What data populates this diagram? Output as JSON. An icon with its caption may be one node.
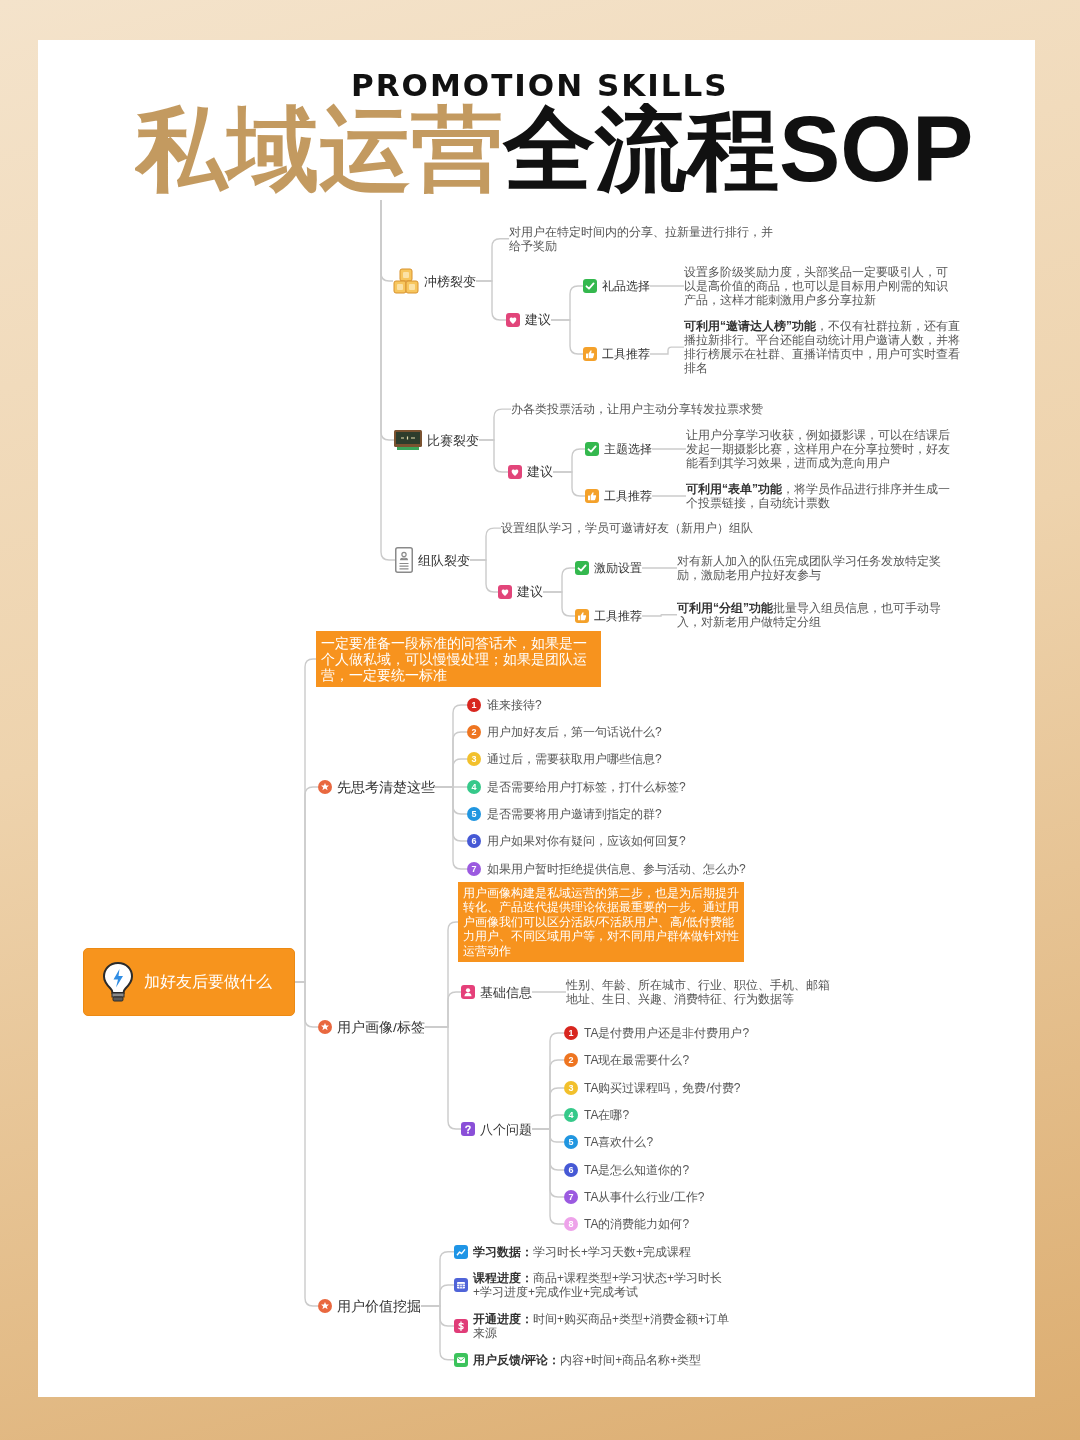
{
  "diagram": {
    "title": "私域运营全流程SOP",
    "nodes": [
      {
        "text": [
          "冲榜裂变"
        ]
      },
      {
        "text": [
          "对用户在特定时间内的分享、拉新量进行排行，并给予奖励"
        ]
      },
      {
        "text": [
          "建议"
        ]
      },
      {
        "text": [
          "礼品选择"
        ]
      },
      {
        "text": [
          "设置多阶级奖励力度，头部奖品一定要吸引人，可以是高价值的商品，也可以是目标用户刚需的知识产品，这样才能刺激用户多分享拉新"
        ]
      },
      {
        "text": [
          "工具推荐"
        ]
      },
      {
        "text": [
          "**可利用“邀请达人榜”功能**，不仅有社群拉新，还有直播拉新排行。平台还能自动统计用户邀请人数，并将排行榜展示在社群、直播详情页中，用户可实时查看排名"
        ]
      },
      {
        "text": [
          "比赛裂变"
        ]
      },
      {
        "text": [
          "办各类投票活动，让用户主动分享转发拉票求赞"
        ]
      },
      {
        "text": [
          "建议"
        ]
      },
      {
        "text": [
          "主题选择"
        ]
      },
      {
        "text": [
          "让用户分享学习收获，例如摄影课，可以在结课后发起一期摄影比赛，这样用户在分享拉赞时，好友能看到其学习效果，进而成为意向用户"
        ]
      },
      {
        "text": [
          "工具推荐"
        ]
      },
      {
        "text": [
          "**可利用“表单”功能**，将学员作品进行排序并生成一个投票链接，自动统计票数"
        ]
      },
      {
        "text": [
          "组队裂变"
        ]
      },
      {
        "text": [
          "设置组队学习，学员可邀请好友（新用户）组队"
        ]
      },
      {
        "text": [
          "建议"
        ]
      },
      {
        "text": [
          "激励设置"
        ]
      },
      {
        "text": [
          "对有新人加入的队伍完成团队学习任务发放特定奖励，激励老用户拉好友参与"
        ]
      },
      {
        "text": [
          "工具推荐"
        ]
      },
      {
        "text": [
          "**可利用“分组”功能**批量导入组员信息，也可手动导入，对新老用户做特定分组"
        ]
      },
      {
        "text": [
          "加好友后要做什么"
        ]
      },
      {
        "text": [
          "一定要准备一段标准的问答话术，如果是一个人做私域，可以慢慢处理；如果是团队运营，一定要统一标准"
        ]
      },
      {
        "text": [
          "先思考清楚这些"
        ]
      },
      {
        "text": [
          "1",
          "谁来接待?"
        ]
      },
      {
        "text": [
          "2",
          "用户加好友后，第一句话说什么?"
        ]
      },
      {
        "text": [
          "3",
          "通过后，需要获取用户哪些信息?"
        ]
      },
      {
        "text": [
          "4",
          "是否需要给用户打标签，打什么标签?"
        ]
      },
      {
        "text": [
          "5",
          "是否需要将用户邀请到指定的群?"
        ]
      },
      {
        "text": [
          "6",
          "用户如果对你有疑问，应该如何回复?"
        ]
      },
      {
        "text": [
          "7",
          "如果用户暂时拒绝提供信息、参与活动、怎么办?"
        ]
      },
      {
        "text": [
          "用户画像/标签"
        ]
      },
      {
        "text": [
          "用户画像构建是私域运营的第二步，也是为后期提升转化、产品迭代提供理论依据最重要的一步。通过用户画像我们可以区分活跃/不活跃用户、高/低付费能力用户、不同区域用户等，对不同用户群体做针对性运营动作"
        ]
      },
      {
        "text": [
          "基础信息"
        ]
      },
      {
        "text": [
          "性别、年龄、所在城市、行业、职位、手机、邮箱地址、生日、兴趣、消费特征、行为数据等"
        ]
      },
      {
        "text": [
          "八个问题"
        ]
      },
      {
        "text": [
          "1",
          "TA是付费用户还是非付费用户?"
        ]
      },
      {
        "text": [
          "2",
          "TA现在最需要什么?"
        ]
      },
      {
        "text": [
          "3",
          "TA购买过课程吗，免费/付费?"
        ]
      },
      {
        "text": [
          "4",
          "TA在哪?"
        ]
      },
      {
        "text": [
          "5",
          "TA喜欢什么?"
        ]
      },
      {
        "text": [
          "6",
          "TA是怎么知道你的?"
        ]
      },
      {
        "text": [
          "7",
          "TA从事什么行业/工作?"
        ]
      },
      {
        "text": [
          "8",
          "TA的消费能力如何?"
        ]
      },
      {
        "text": [
          "用户价值挖掘"
        ]
      },
      {
        "text": [
          "**学习数据：**学习时长+学习天数+完成课程"
        ]
      },
      {
        "text": [
          "**课程进度：**商品+课程类型+学习状态+学习时长+学习进度+完成作业+完成考试"
        ]
      },
      {
        "text": [
          "**开通进度：**时间+购买商品+类型+消费金额+订单来源"
        ]
      },
      {
        "text": [
          "**用户反馈/评论：**内容+时间+商品名称+类型"
        ]
      }
    ],
    "edges": [
      {
        "from": null,
        "to": 0,
        "arrow": "none"
      },
      {
        "from": null,
        "to": 7,
        "arrow": "none"
      },
      {
        "from": null,
        "to": 14,
        "arrow": "none"
      },
      {
        "from": 0,
        "to": 1,
        "arrow": "none"
      },
      {
        "from": 0,
        "to": 2,
        "arrow": "none"
      },
      {
        "from": 2,
        "to": 3,
        "arrow": "none"
      },
      {
        "from": 2,
        "to": 5,
        "arrow": "none"
      },
      {
        "from": 3,
        "to": 4,
        "arrow": "none"
      },
      {
        "from": 5,
        "to": 6,
        "arrow": "none"
      },
      {
        "from": 7,
        "to": 8,
        "arrow": "none"
      },
      {
        "from": 7,
        "to": 9,
        "arrow": "none"
      },
      {
        "from": 9,
        "to": 10,
        "arrow": "none"
      },
      {
        "from": 9,
        "to": 12,
        "arrow": "none"
      },
      {
        "from": 10,
        "to": 11,
        "arrow": "none"
      },
      {
        "from": 12,
        "to": 13,
        "arrow": "none"
      },
      {
        "from": 14,
        "to": 15,
        "arrow": "none"
      },
      {
        "from": 14,
        "to": 16,
        "arrow": "none"
      },
      {
        "from": 16,
        "to": 17,
        "arrow": "none"
      },
      {
        "from": 16,
        "to": 19,
        "arrow": "none"
      },
      {
        "from": 17,
        "to": 18,
        "arrow": "none"
      },
      {
        "from": 19,
        "to": 20,
        "arrow": "none"
      },
      {
        "from": 21,
        "to": 22,
        "arrow": "none"
      },
      {
        "from": 21,
        "to": 23,
        "arrow": "none"
      },
      {
        "from": 21,
        "to": 31,
        "arrow": "none"
      },
      {
        "from": 21,
        "to": 44,
        "arrow": "none"
      },
      {
        "from": 23,
        "to": 24,
        "arrow": "none"
      },
      {
        "from": 23,
        "to": 25,
        "arrow": "none"
      },
      {
        "from": 23,
        "to": 26,
        "arrow": "none"
      },
      {
        "from": 23,
        "to": 27,
        "arrow": "none"
      },
      {
        "from": 23,
        "to": 28,
        "arrow": "none"
      },
      {
        "from": 23,
        "to": 29,
        "arrow": "none"
      },
      {
        "from": 23,
        "to": 30,
        "arrow": "none"
      },
      {
        "from": 31,
        "to": 32,
        "arrow": "none"
      },
      {
        "from": 31,
        "to": 33,
        "arrow": "none"
      },
      {
        "from": 31,
        "to": 35,
        "arrow": "none"
      },
      {
        "from": 33,
        "to": 34,
        "arrow": "none"
      },
      {
        "from": 35,
        "to": 36,
        "arrow": "none"
      },
      {
        "from": 35,
        "to": 37,
        "arrow": "none"
      },
      {
        "from": 35,
        "to": 38,
        "arrow": "none"
      },
      {
        "from": 35,
        "to": 39,
        "arrow": "none"
      },
      {
        "from": 35,
        "to": 40,
        "arrow": "none"
      },
      {
        "from": 35,
        "to": 41,
        "arrow": "none"
      },
      {
        "from": 35,
        "to": 42,
        "arrow": "none"
      },
      {
        "from": 35,
        "to": 43,
        "arrow": "none"
      },
      {
        "from": 44,
        "to": 45,
        "arrow": "none"
      },
      {
        "from": 44,
        "to": 46,
        "arrow": "none"
      },
      {
        "from": 44,
        "to": 47,
        "arrow": "none"
      },
      {
        "from": 44,
        "to": 48,
        "arrow": "none"
      }
    ],
    "labels": [
      "PROMOTION SKILLS"
    ]
  }
}
